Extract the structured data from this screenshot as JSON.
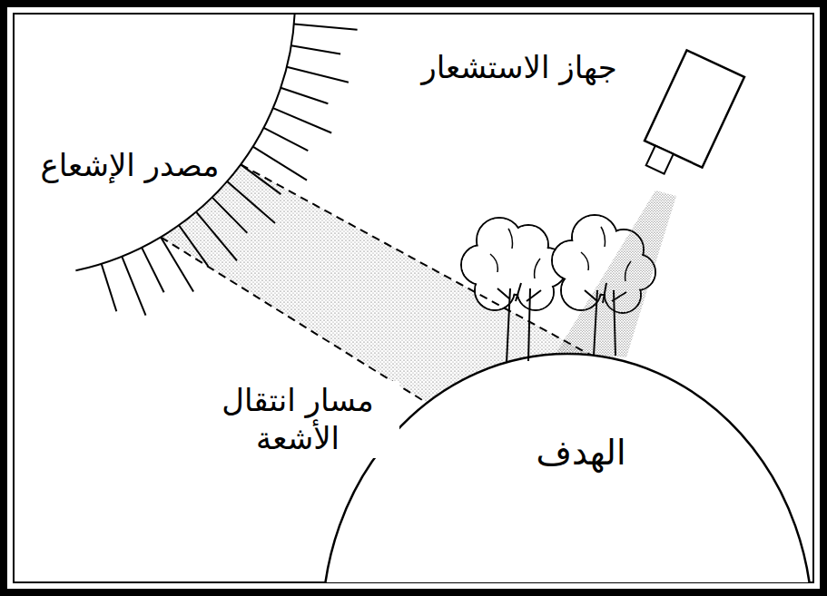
{
  "diagram": {
    "labels": [
      "مصدر الإشعاع",
      "جهاز الاستشعار",
      "مسار انتقال الأشعة",
      "الهدف"
    ]
  }
}
